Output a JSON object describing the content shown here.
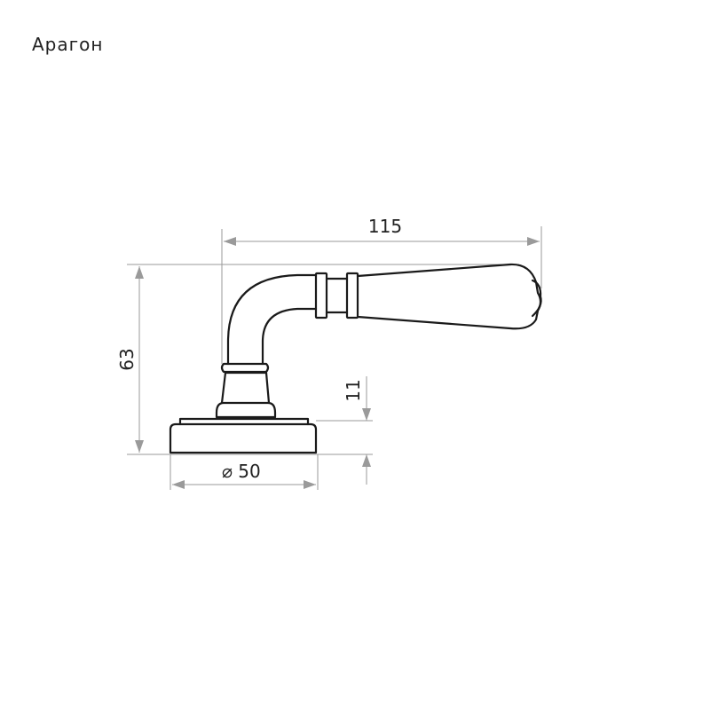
{
  "title": "Арагон",
  "dimensions": {
    "length": "115",
    "height": "63",
    "rosette_height": "11",
    "diameter_symbol": "⌀",
    "diameter_value": "50"
  }
}
